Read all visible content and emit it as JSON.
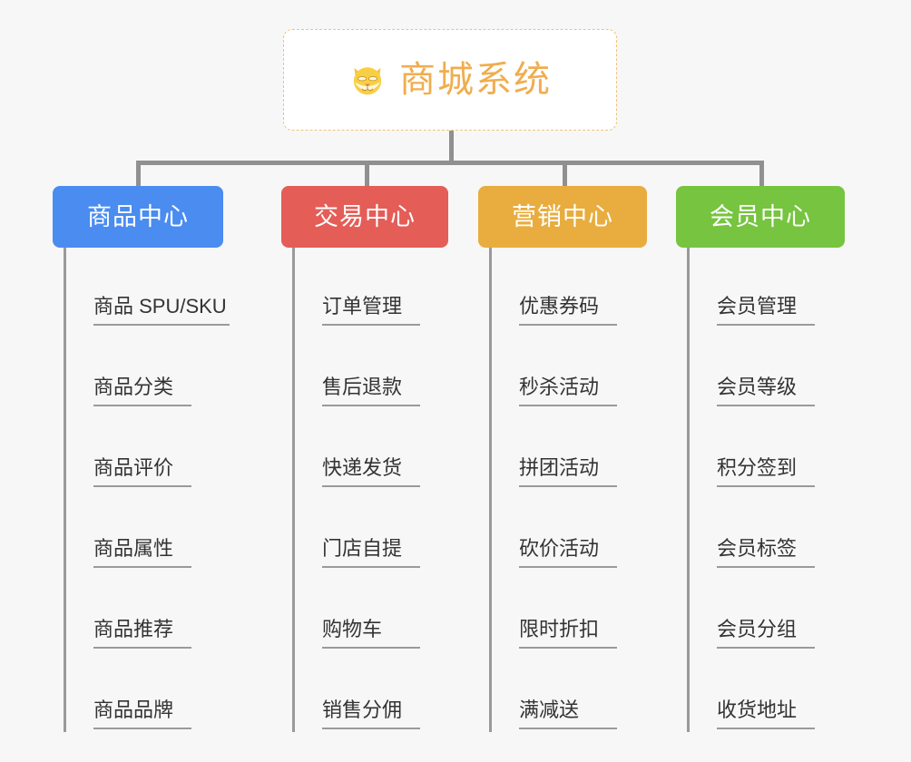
{
  "diagram": {
    "type": "mindmap-org-chart",
    "title": "商城系统",
    "background_color": "#f7f7f7",
    "connector_color": "#909090",
    "root": {
      "label": "商城系统",
      "icon": "dog-face-icon",
      "icon_glyph": "🐶",
      "text_color": "#f0ad4e",
      "border_color": "#eec27a",
      "background": "#ffffff"
    },
    "branches": [
      {
        "label": "商品中心",
        "color": "#4a8cf0",
        "leaves": [
          "商品 SPU/SKU",
          "商品分类",
          "商品评价",
          "商品属性",
          "商品推荐",
          "商品品牌"
        ]
      },
      {
        "label": "交易中心",
        "color": "#e45d57",
        "leaves": [
          "订单管理",
          "售后退款",
          "快递发货",
          "门店自提",
          "购物车",
          "销售分佣"
        ]
      },
      {
        "label": "营销中心",
        "color": "#e8ad3e",
        "leaves": [
          "优惠券码",
          "秒杀活动",
          "拼团活动",
          "砍价活动",
          "限时折扣",
          "满减送"
        ]
      },
      {
        "label": "会员中心",
        "color": "#76c440",
        "leaves": [
          "会员管理",
          "会员等级",
          "积分签到",
          "会员标签",
          "会员分组",
          "收货地址"
        ]
      }
    ]
  }
}
